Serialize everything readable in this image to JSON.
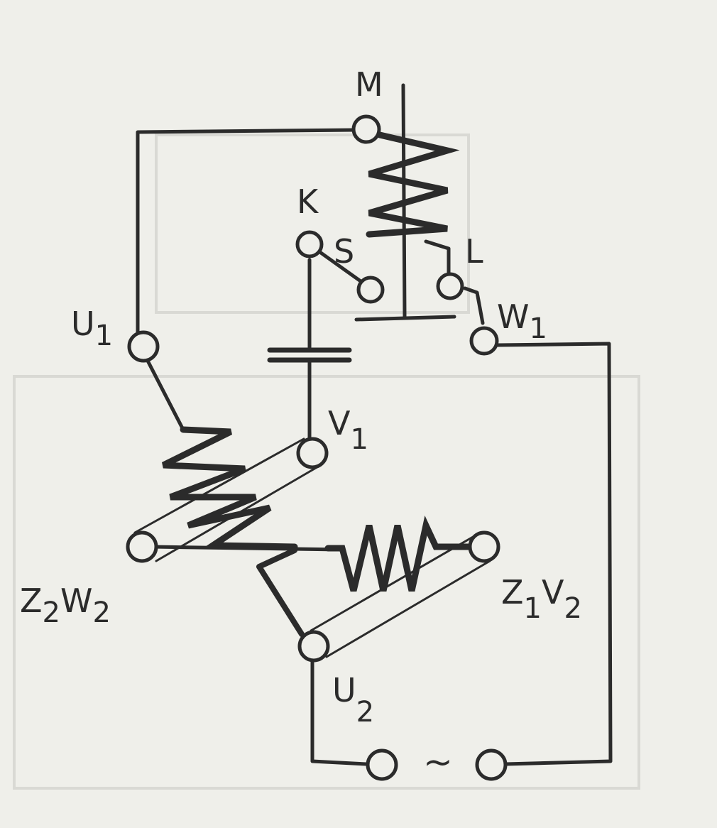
{
  "labels": {
    "M": "M",
    "K": "K",
    "S": "S",
    "L": "L",
    "W1_main": "W",
    "W1_sub": "1",
    "U1_main": "U",
    "U1_sub": "1",
    "V1_main": "V",
    "V1_sub": "1",
    "Z2": "Z",
    "Z2_sub": "2",
    "W2": "W",
    "W2_sub": "2",
    "Z1": "Z",
    "Z1_sub": "1",
    "V2": "V",
    "V2_sub": "2",
    "U2_main": "U",
    "U2_sub": "2",
    "ac_symbol": "~"
  }
}
